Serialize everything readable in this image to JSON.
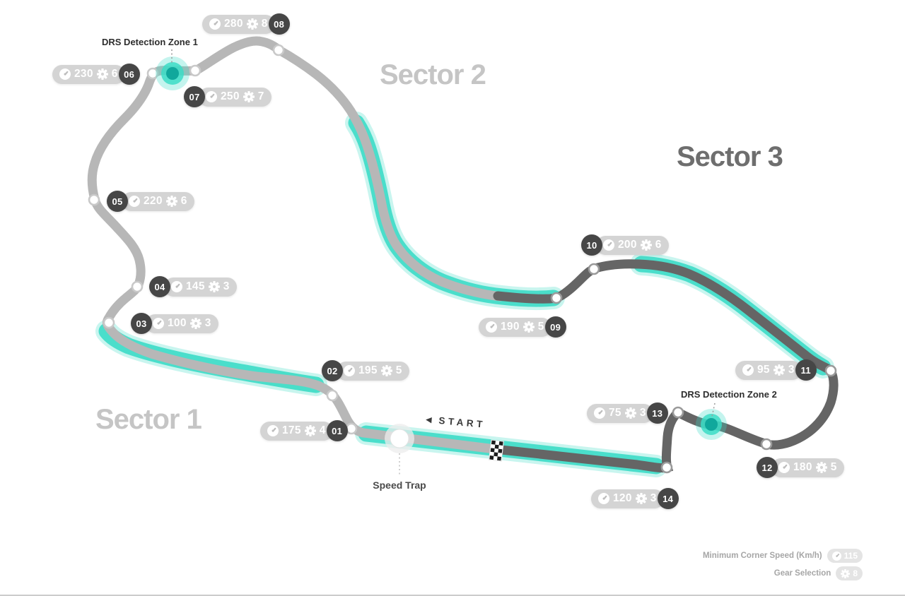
{
  "sectors": [
    {
      "label": "Sector 1"
    },
    {
      "label": "Sector 2"
    },
    {
      "label": "Sector 3"
    }
  ],
  "corners": [
    {
      "number": "01",
      "speed": 175,
      "gear": 4
    },
    {
      "number": "02",
      "speed": 195,
      "gear": 5
    },
    {
      "number": "03",
      "speed": 100,
      "gear": 3
    },
    {
      "number": "04",
      "speed": 145,
      "gear": 3
    },
    {
      "number": "05",
      "speed": 220,
      "gear": 6
    },
    {
      "number": "06",
      "speed": 230,
      "gear": 6
    },
    {
      "number": "07",
      "speed": 250,
      "gear": 7
    },
    {
      "number": "08",
      "speed": 280,
      "gear": 8
    },
    {
      "number": "09",
      "speed": 190,
      "gear": 5
    },
    {
      "number": "10",
      "speed": 200,
      "gear": 6
    },
    {
      "number": "11",
      "speed": 95,
      "gear": 3
    },
    {
      "number": "12",
      "speed": 180,
      "gear": 5
    },
    {
      "number": "13",
      "speed": 75,
      "gear": 3
    },
    {
      "number": "14",
      "speed": 120,
      "gear": 3
    }
  ],
  "drs_zones": [
    {
      "label": "DRS Detection Zone 1"
    },
    {
      "label": "DRS Detection Zone 2"
    }
  ],
  "speed_trap": {
    "label": "Speed Trap"
  },
  "start": {
    "arrow": "◀",
    "label": "START"
  },
  "legend": {
    "min_corner_speed_label": "Minimum Corner Speed (Km/h)",
    "min_corner_speed_value": "115",
    "gear_selection_label": "Gear Selection",
    "gear_selection_value": "8"
  },
  "icons": {
    "corner_speed": "speedometer-icon",
    "corner_gear": "gear-icon",
    "start_arrow": "left-arrow-icon",
    "start_finish": "checkered-flag"
  },
  "colors": {
    "track_light": "#b7b7b7",
    "track_dark": "#656565",
    "highlight_teal": "#3cdcc6",
    "drs_dot_core": "#10a89c",
    "pill_bg": "#d4d4d4",
    "badge_bg": "#464646",
    "sector_light_text": "#c5c5c5",
    "sector_dark_text": "#6e6e6e"
  }
}
